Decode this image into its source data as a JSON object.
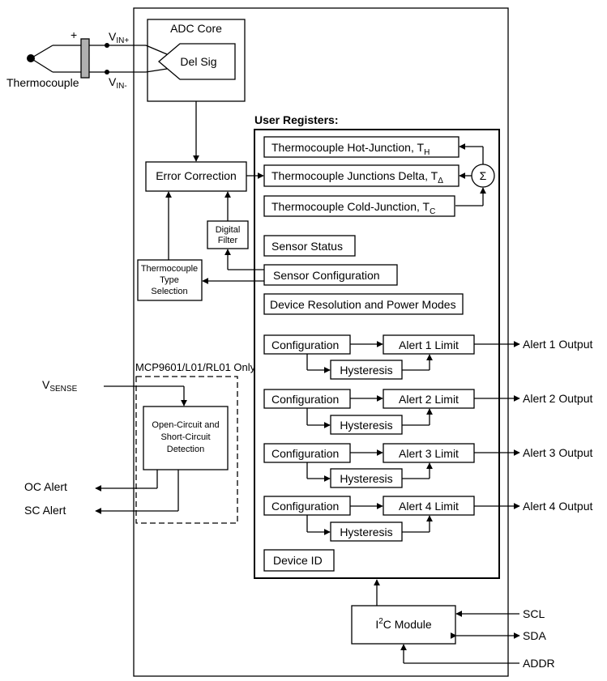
{
  "inputs": {
    "thermocouple": "Thermocouple",
    "plus": "+",
    "vin_plus_main": "V",
    "vin_plus_sub": "IN+",
    "vin_minus_main": "V",
    "vin_minus_sub": "IN-"
  },
  "adc": {
    "title": "ADC Core",
    "del_sig": "Del Sig"
  },
  "error_correction": "Error Correction",
  "digital_filter": [
    "Digital",
    "Filter"
  ],
  "tc_type_selection": [
    "Thermocouple",
    "Type",
    "Selection"
  ],
  "user_registers": {
    "title": "User Registers:",
    "hot_junction": {
      "label": "Thermocouple Hot-Junction, T",
      "sub": "H"
    },
    "delta": {
      "label": "Thermocouple Junctions Delta, T",
      "sub": "Δ"
    },
    "cold_junction": {
      "label": "Thermocouple Cold-Junction, T",
      "sub": "C"
    },
    "sigma": "Σ",
    "sensor_status": "Sensor Status",
    "sensor_configuration": "Sensor Configuration",
    "resolution_power": "Device Resolution and Power Modes",
    "device_id": "Device ID",
    "alerts": [
      {
        "config": "Configuration",
        "limit": "Alert 1 Limit",
        "hysteresis": "Hysteresis",
        "output": "Alert 1 Output"
      },
      {
        "config": "Configuration",
        "limit": "Alert 2 Limit",
        "hysteresis": "Hysteresis",
        "output": "Alert 2 Output"
      },
      {
        "config": "Configuration",
        "limit": "Alert 3 Limit",
        "hysteresis": "Hysteresis",
        "output": "Alert 3 Output"
      },
      {
        "config": "Configuration",
        "limit": "Alert 4 Limit",
        "hysteresis": "Hysteresis",
        "output": "Alert 4 Output"
      }
    ]
  },
  "mcp_only": "MCP9601/L01/RL01 Only",
  "vsense": {
    "main": "V",
    "sub": "SENSE"
  },
  "oc_sc_detection": [
    "Open-Circuit and",
    "Short-Circuit",
    "Detection"
  ],
  "oc_alert": "OC Alert",
  "sc_alert": "SC Alert",
  "i2c": {
    "pre": "I",
    "sup": "2",
    "post": "C Module"
  },
  "scl": "SCL",
  "sda": "SDA",
  "addr": "ADDR"
}
